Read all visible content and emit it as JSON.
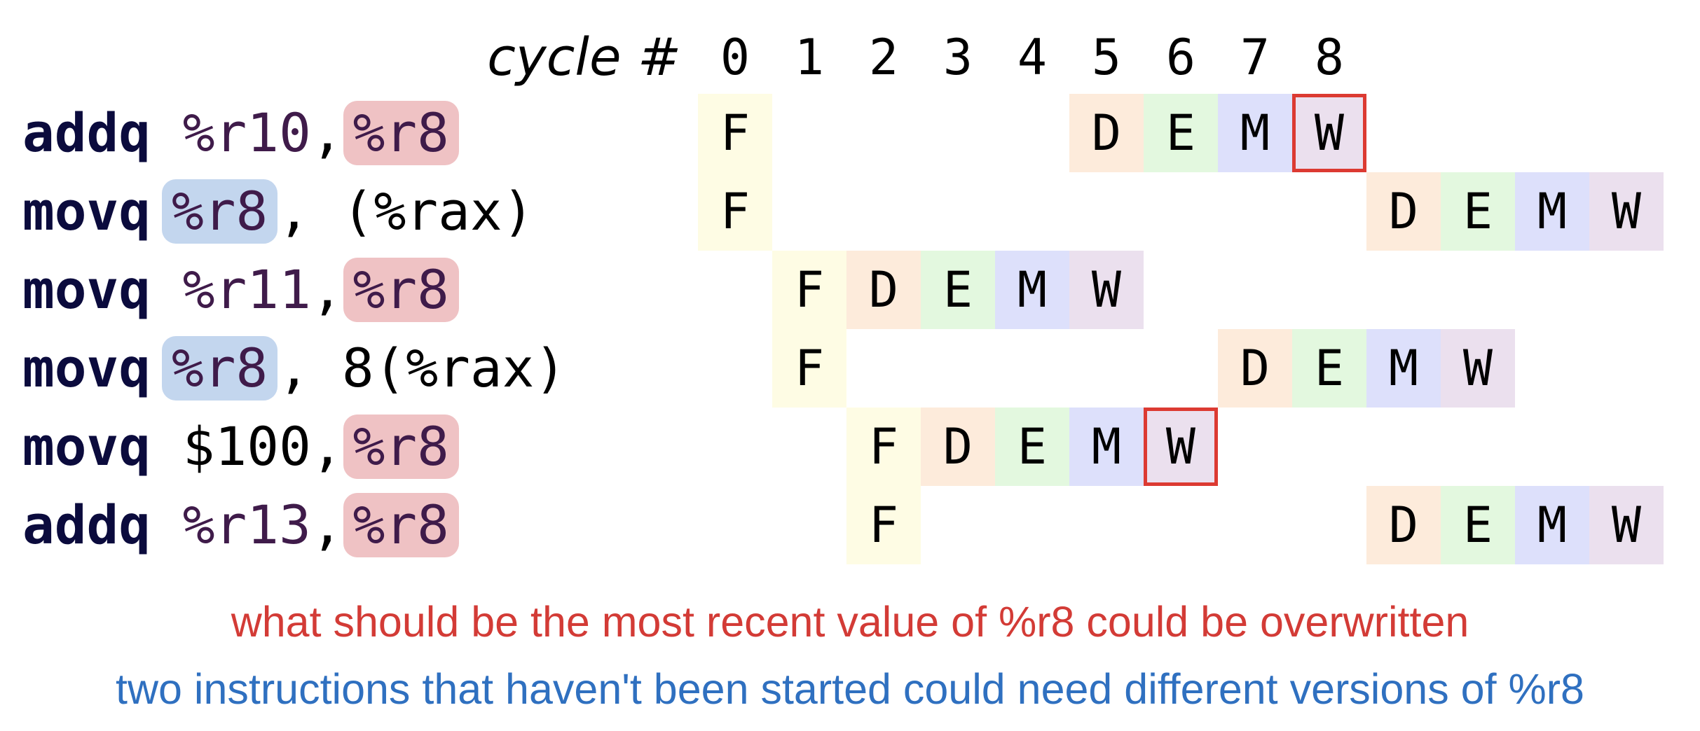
{
  "header": {
    "label": "cycle #",
    "cycles": [
      "0",
      "1",
      "2",
      "3",
      "4",
      "5",
      "6",
      "7",
      "8"
    ]
  },
  "instructions": [
    {
      "op": "addq",
      "src": "%r10",
      "sep": ",",
      "dst": "%r8",
      "highlight": "dst-red",
      "stages": [
        [
          "F",
          0
        ],
        [
          "D",
          5
        ],
        [
          "E",
          6
        ],
        [
          "M",
          7
        ],
        [
          "W",
          8
        ]
      ],
      "hazard": "W"
    },
    {
      "op": "movq",
      "src": "%r8",
      "sep": ",",
      "dst": "(%rax)",
      "highlight": "src-blue",
      "stages": [
        [
          "F",
          0
        ],
        [
          "D",
          9
        ],
        [
          "E",
          10
        ],
        [
          "M",
          11
        ],
        [
          "W",
          12
        ]
      ]
    },
    {
      "op": "movq",
      "src": "%r11",
      "sep": ",",
      "dst": "%r8",
      "highlight": "dst-red",
      "stages": [
        [
          "F",
          1
        ],
        [
          "D",
          2
        ],
        [
          "E",
          3
        ],
        [
          "M",
          4
        ],
        [
          "W",
          5
        ]
      ]
    },
    {
      "op": "movq",
      "src": "%r8",
      "sep": ",",
      "dst": "8(%rax)",
      "highlight": "src-blue",
      "stages": [
        [
          "F",
          1
        ],
        [
          "D",
          7
        ],
        [
          "E",
          8
        ],
        [
          "M",
          9
        ],
        [
          "W",
          10
        ]
      ]
    },
    {
      "op": "movq",
      "src": "$100",
      "sep": ",",
      "dst": "%r8",
      "highlight": "dst-red",
      "stages": [
        [
          "F",
          2
        ],
        [
          "D",
          3
        ],
        [
          "E",
          4
        ],
        [
          "M",
          5
        ],
        [
          "W",
          6
        ]
      ],
      "hazard": "W"
    },
    {
      "op": "addq",
      "src": "%r13",
      "sep": ",",
      "dst": "%r8",
      "highlight": "dst-red",
      "stages": [
        [
          "F",
          2
        ],
        [
          "D",
          9
        ],
        [
          "E",
          10
        ],
        [
          "M",
          11
        ],
        [
          "W",
          12
        ]
      ]
    }
  ],
  "notes": {
    "red": "what should be the most recent value of %r8 could be overwritten",
    "blue": "two instructions that haven't been started could need different versions of %r8"
  },
  "colors": {
    "F": "#fefce4",
    "D": "#fdebdb",
    "E": "#e3f8df",
    "M": "#dde0fb",
    "W": "#ebe0ee",
    "hazard_border": "#dc3a32",
    "highlight_red": "#efc2c4",
    "highlight_blue": "#c3d6ee",
    "note_red": "#d33b36",
    "note_blue": "#2f70c0"
  }
}
